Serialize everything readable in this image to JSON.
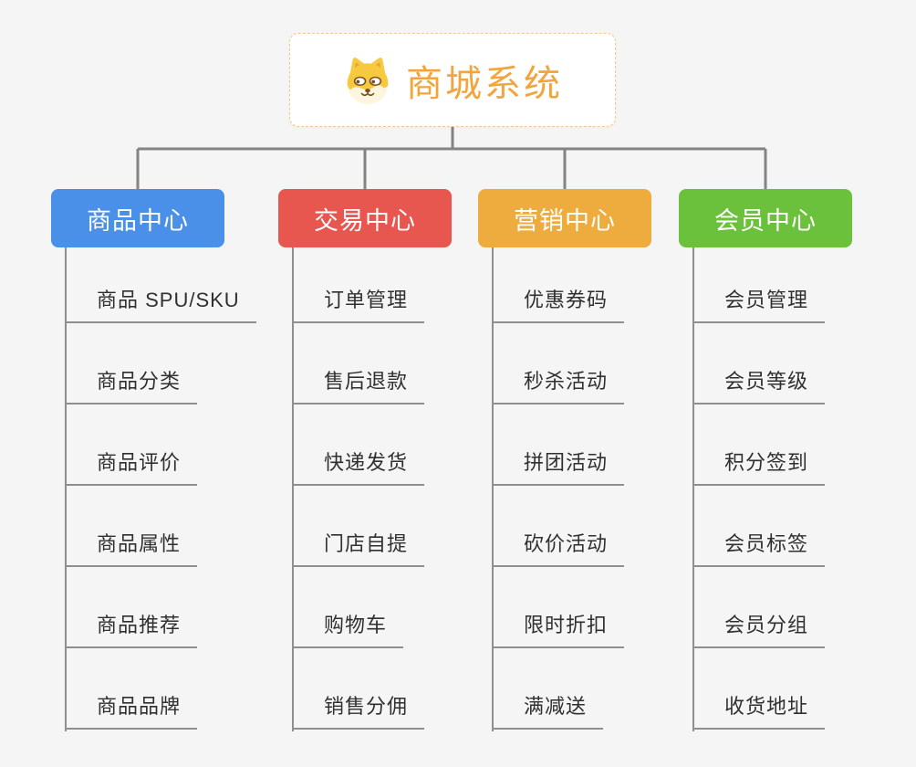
{
  "root": {
    "title": "商城系统",
    "icon": "dog-face"
  },
  "colors": {
    "background": "#F5F5F5",
    "root_text": "#F0A63C",
    "root_border": "#EFC98C",
    "connector": "#848484",
    "leaf_text": "#303030",
    "leaf_line": "#8F8F8F"
  },
  "branches": [
    {
      "label": "商品中心",
      "color": "#4A90E8",
      "items": [
        "商品 SPU/SKU",
        "商品分类",
        "商品评价",
        "商品属性",
        "商品推荐",
        "商品品牌"
      ]
    },
    {
      "label": "交易中心",
      "color": "#E7564F",
      "items": [
        "订单管理",
        "售后退款",
        "快递发货",
        "门店自提",
        "购物车",
        "销售分佣"
      ]
    },
    {
      "label": "营销中心",
      "color": "#EEAC3E",
      "items": [
        "优惠券码",
        "秒杀活动",
        "拼团活动",
        "砍价活动",
        "限时折扣",
        "满减送"
      ]
    },
    {
      "label": "会员中心",
      "color": "#6CC13C",
      "items": [
        "会员管理",
        "会员等级",
        "积分签到",
        "会员标签",
        "会员分组",
        "收货地址"
      ]
    }
  ]
}
